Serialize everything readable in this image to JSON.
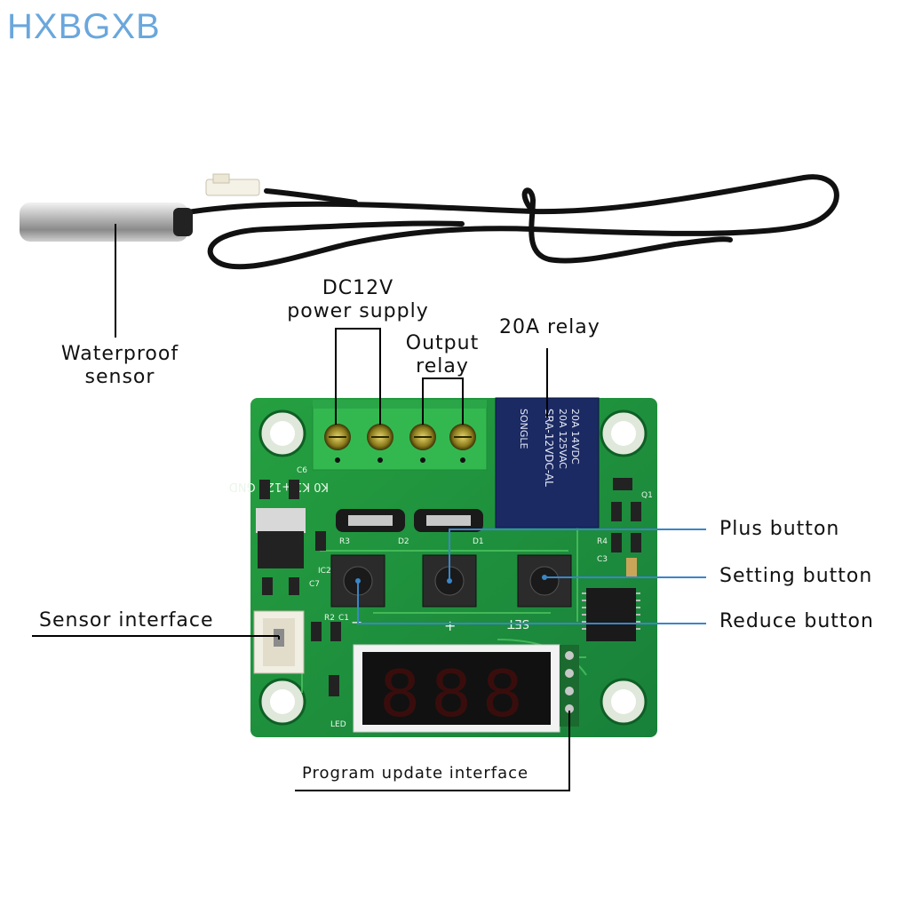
{
  "watermark": "HXBGXB",
  "labels": {
    "dc_line1": "DC12V",
    "dc_line2": "power supply",
    "output_line1": "Output",
    "output_line2": "relay",
    "relay": "20A relay",
    "waterproof_line1": "Waterproof",
    "waterproof_line2": "sensor",
    "plus": "Plus button",
    "setting": "Setting button",
    "reduce": "Reduce button",
    "sensor_interface": "Sensor interface",
    "program_update": "Program update interface"
  },
  "board_text": {
    "terminals": "K0   K1 +12V GND",
    "relay_line1": "SRA-12VDC-AL",
    "relay_line2": "20A 125VAC",
    "relay_line3": "20A 14VDC",
    "relay_brand": "SONGLE",
    "set": "SET",
    "minus": "−",
    "plus": "+",
    "led": "LED",
    "r3": "R3",
    "d2": "D2",
    "d1": "D1",
    "c6": "C6",
    "c7": "C7",
    "ic2": "IC2",
    "r2": "R2",
    "c1": "C1",
    "r4": "R4",
    "c3": "C3",
    "q1": "Q1",
    "display": "888"
  },
  "colors": {
    "board": "#1f8f3a",
    "terminal": "#2fb24a",
    "relay": "#1b2a63",
    "callout_line": "#3a86c8",
    "leader_line": "#000000",
    "display_digits": "#d21f1f"
  }
}
